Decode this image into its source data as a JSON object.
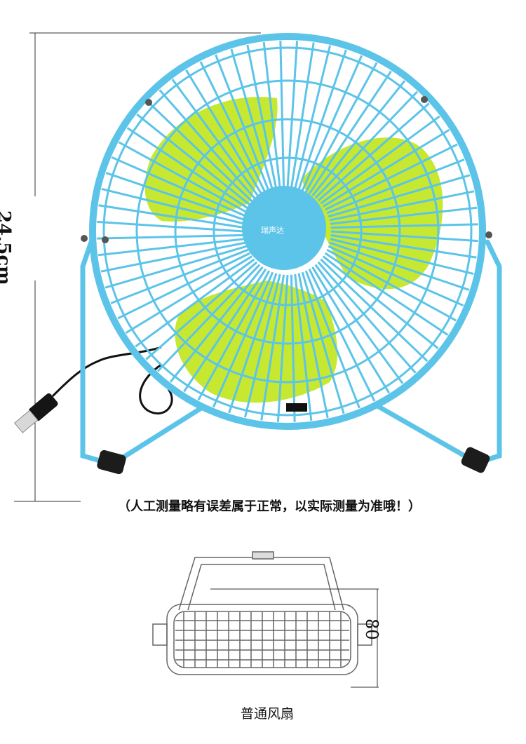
{
  "measurement": {
    "height_label": "24.5cm"
  },
  "product": {
    "brand_mark": "瑞声达"
  },
  "notice": {
    "text": "（人工测量略有误差属于正常，以实际测量为准哦！）"
  },
  "comparison": {
    "dimension_label": "80",
    "caption": "普通风扇"
  },
  "colors": {
    "frame_blue": "#5cc4e8",
    "blade_green": "#c6e830",
    "foot_black": "#1c1c1c"
  }
}
